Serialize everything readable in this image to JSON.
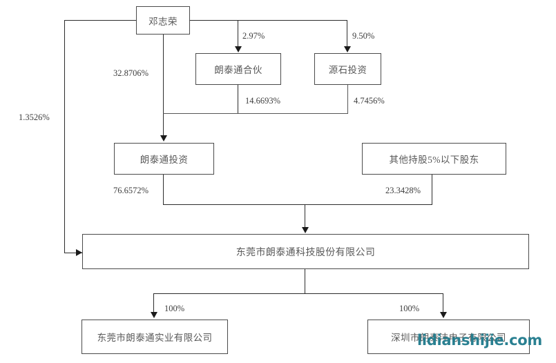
{
  "diagram": {
    "type": "ownership-structure-chart",
    "title_text": "",
    "nodes": {
      "person": {
        "label": "邓志荣"
      },
      "partnership": {
        "label": "朗泰通合伙"
      },
      "yuanshi": {
        "label": "源石投资"
      },
      "holding": {
        "label": "朗泰通投资"
      },
      "other_holders": {
        "label": "其他持股5%以下股东"
      },
      "main_company": {
        "label": "东莞市朗泰通科技股份有限公司"
      },
      "sub_left": {
        "label": "东莞市朗泰通实业有限公司"
      },
      "sub_right": {
        "label": "深圳市朗泰沣电子有限公司"
      }
    },
    "edge_labels": {
      "person_to_partnership": "2.97%",
      "person_to_yuanshi": "9.50%",
      "person_to_holding": "32.8706%",
      "person_to_company": "1.3526%",
      "partnership_to_holding": "14.6693%",
      "yuanshi_to_holding": "4.7456%",
      "holding_to_company": "76.6572%",
      "others_to_company": "23.3428%",
      "company_to_sub_left": "100%",
      "company_to_sub_right": "100%"
    },
    "watermark": {
      "text": "lidianshijie.com",
      "color": "#1f7a8c"
    },
    "colors": {
      "box_border": "#4a4a4a",
      "line": "#2b2b2b",
      "text": "#595959",
      "label_text": "#3d3d3d",
      "background": "#ffffff"
    }
  }
}
